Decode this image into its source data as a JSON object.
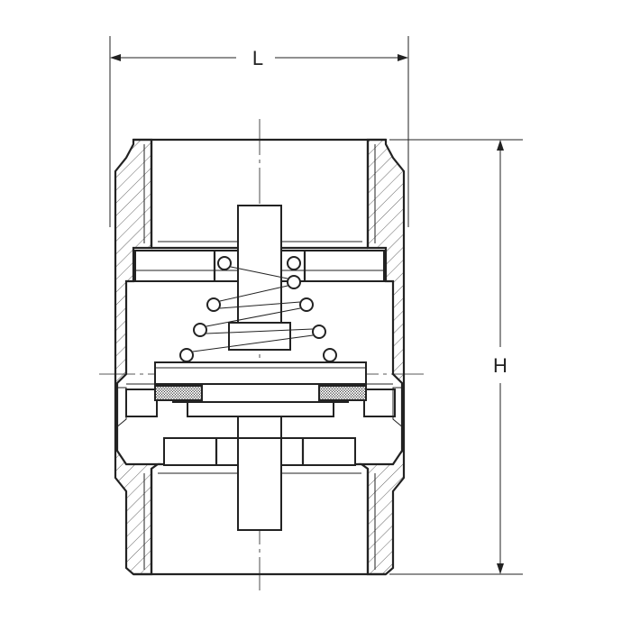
{
  "dimensions": {
    "length_label": "L",
    "height_label": "H"
  },
  "colors": {
    "line": "#222222",
    "background": "#ffffff",
    "seal": "#555555"
  },
  "parts": [
    "body-shell",
    "threaded-ports",
    "valve-stem",
    "compression-spring",
    "valve-disc",
    "seal-ring",
    "guide"
  ]
}
